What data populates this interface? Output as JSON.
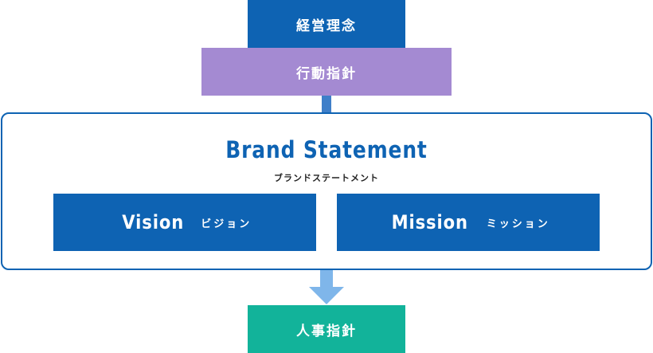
{
  "top_boxes": {
    "philosophy": "経営理念",
    "guidelines": "行動指針"
  },
  "brand": {
    "title": "Brand Statement",
    "subtitle": "ブランドステートメント",
    "vision": {
      "en": "Vision",
      "jp": "ビジョン"
    },
    "mission": {
      "en": "Mission",
      "jp": "ミッション"
    }
  },
  "bottom_box": {
    "hr_policy": "人事指針"
  },
  "colors": {
    "primary_blue": "#0e63b3",
    "purple": "#a48ad2",
    "teal": "#12b39a",
    "arrow_light_blue": "#7fb6ea"
  }
}
